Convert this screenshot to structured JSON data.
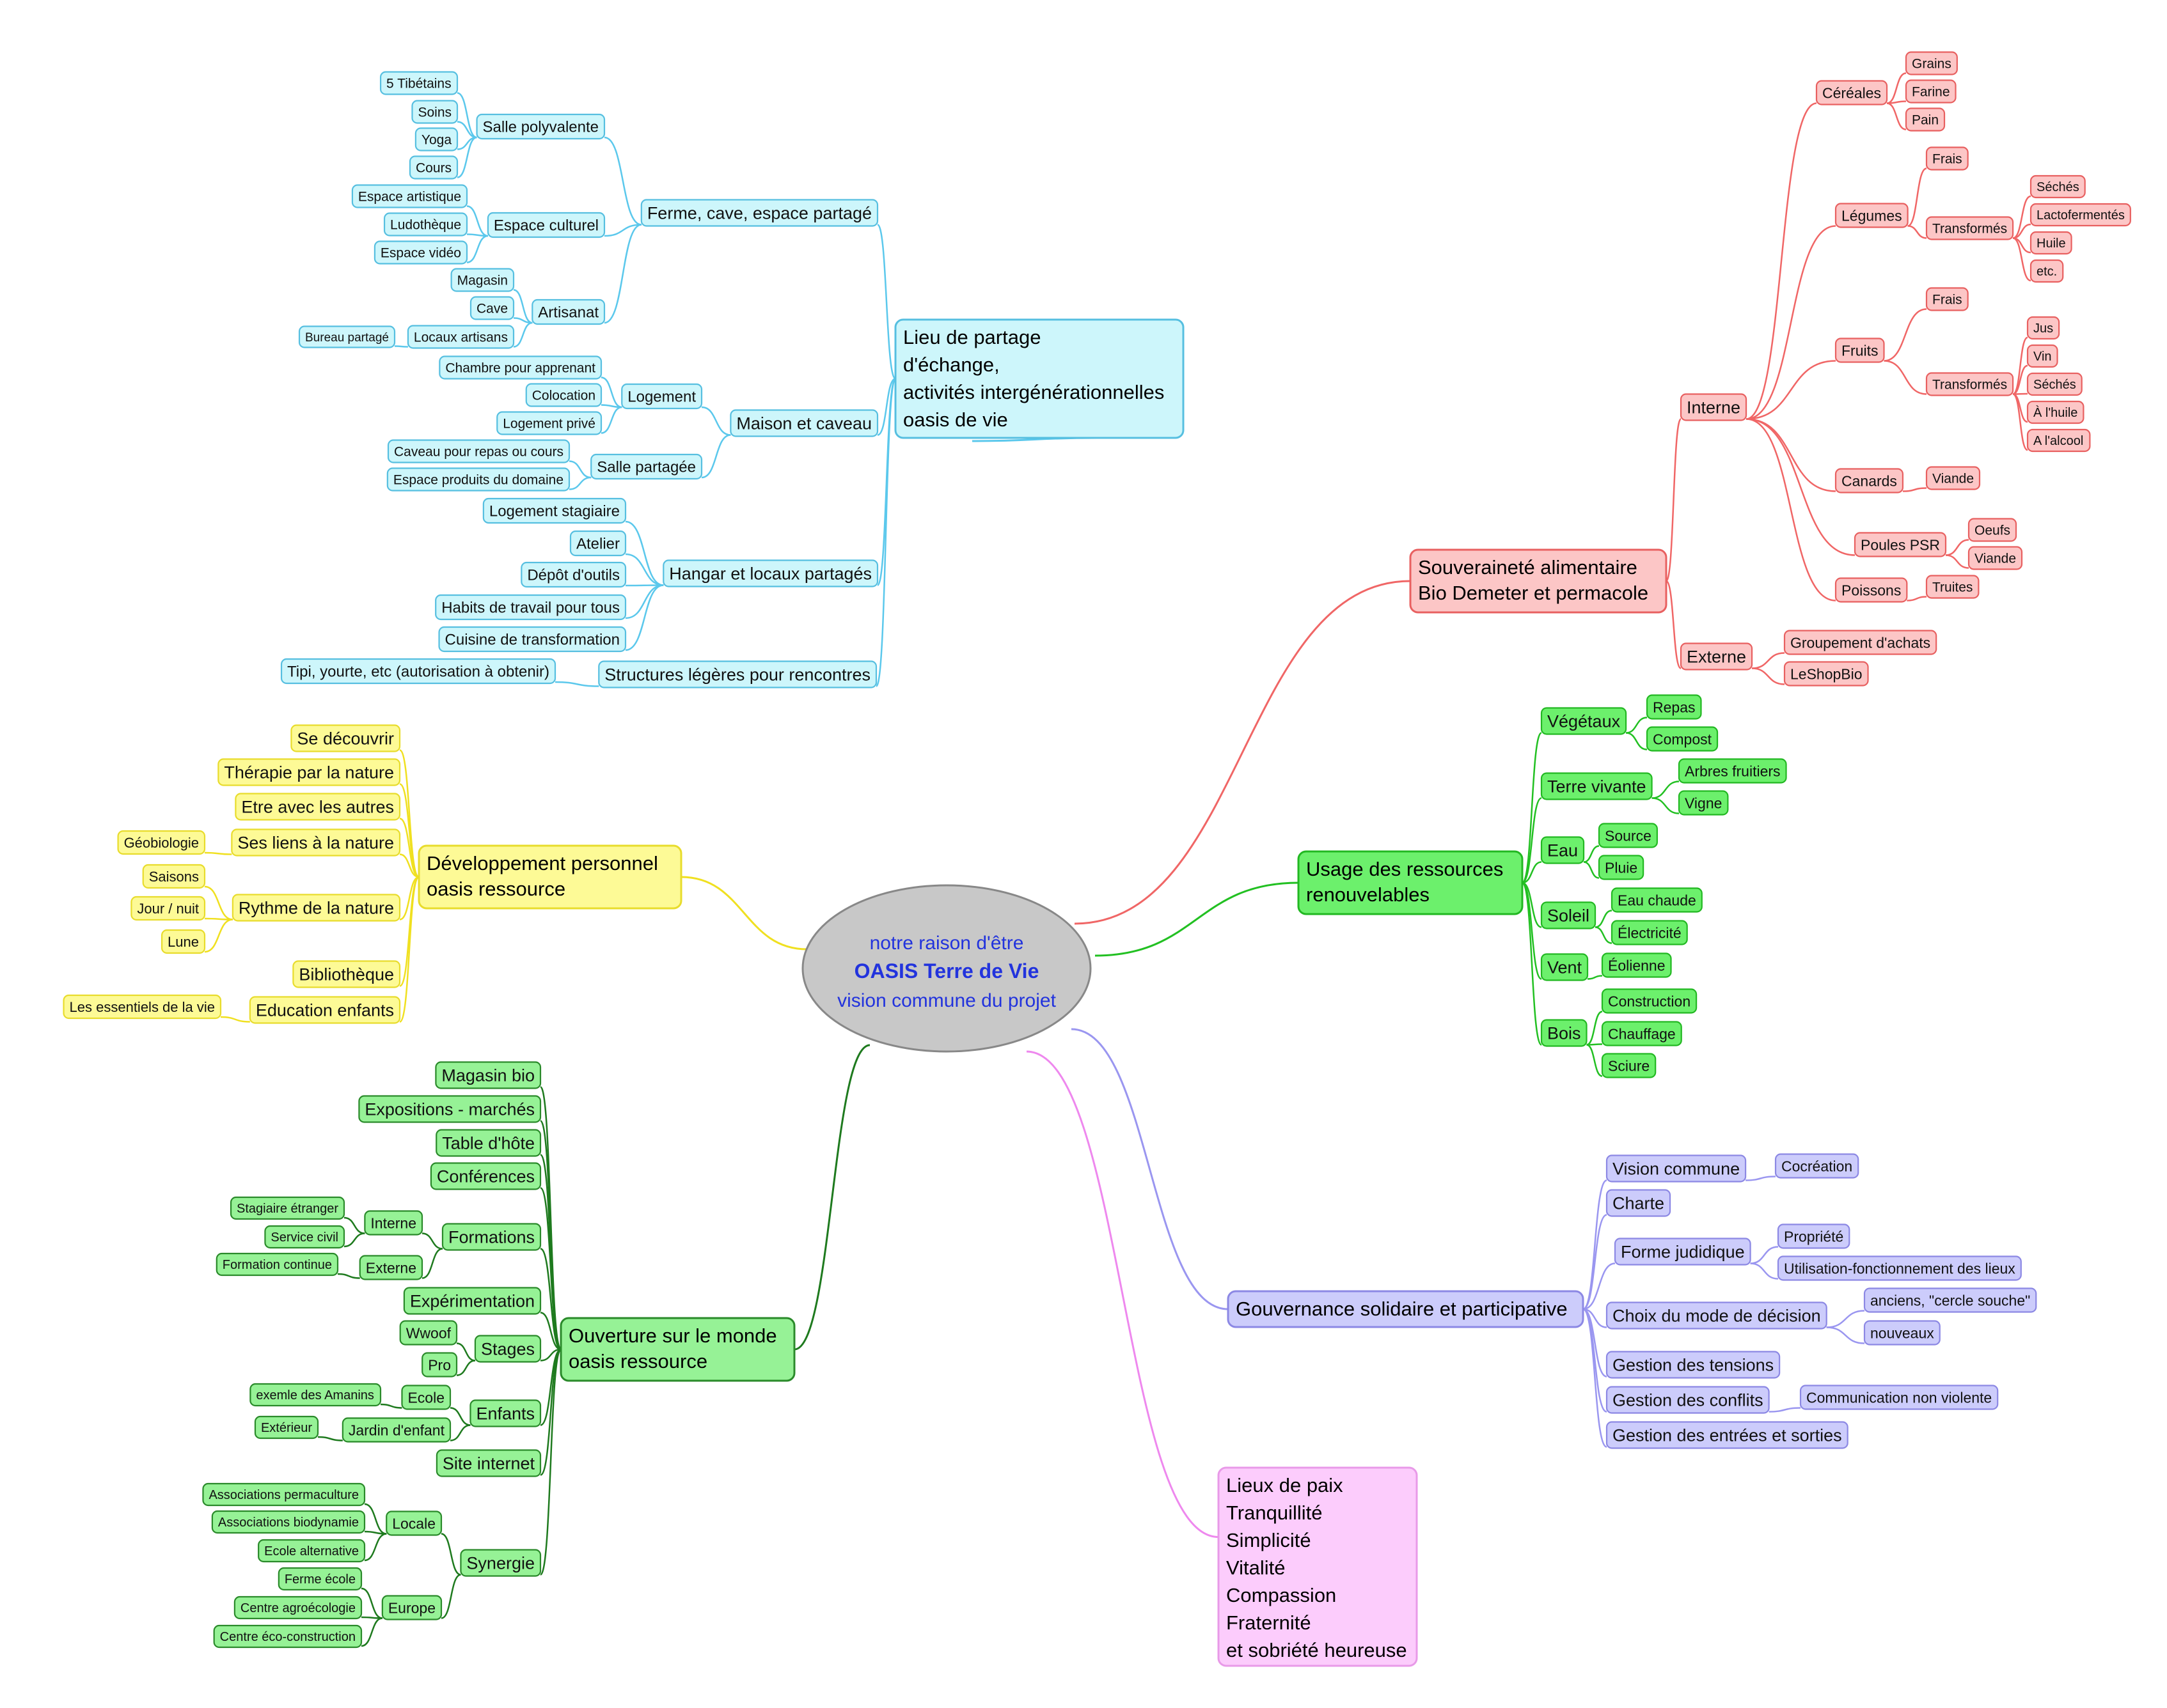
{
  "center": {
    "lines": [
      "notre raison d'être",
      "OASIS Terre de Vie",
      "vision commune du projet"
    ],
    "color": "#c8c8c8",
    "text_color": "#2233dd"
  },
  "branches": [
    {
      "key": "lieu",
      "color": "#5bc8ec",
      "fill": "#cdf6fb",
      "stroke": "#56bfe0",
      "root": {
        "lines": [
          "Lieu de partage",
          "d'échange,",
          "activités intergénérationnelles",
          "oasis de vie"
        ],
        "children": [
          {
            "label": "Ferme, cave, espace partagé",
            "children": [
              {
                "label": "Salle polyvalente",
                "children": [
                  {
                    "label": "5 Tibétains"
                  },
                  {
                    "label": "Soins"
                  },
                  {
                    "label": "Yoga"
                  },
                  {
                    "label": "Cours"
                  }
                ]
              },
              {
                "label": "Espace culturel",
                "children": [
                  {
                    "label": "Espace artistique"
                  },
                  {
                    "label": "Ludothèque"
                  },
                  {
                    "label": "Espace vidéo"
                  }
                ]
              },
              {
                "label": "Artisanat",
                "children": [
                  {
                    "label": "Magasin"
                  },
                  {
                    "label": "Cave"
                  },
                  {
                    "label": "Locaux artisans",
                    "children": [
                      {
                        "label": "Bureau partagé"
                      }
                    ]
                  }
                ]
              }
            ]
          },
          {
            "label": "Maison et caveau",
            "children": [
              {
                "label": "Logement",
                "children": [
                  {
                    "label": "Chambre pour apprenant"
                  },
                  {
                    "label": "Colocation"
                  },
                  {
                    "label": "Logement privé"
                  }
                ]
              },
              {
                "label": "Salle partagée",
                "children": [
                  {
                    "label": "Caveau pour repas ou cours"
                  },
                  {
                    "label": "Espace produits du domaine"
                  }
                ]
              }
            ]
          },
          {
            "label": "Hangar et locaux partagés",
            "children": [
              {
                "label": "Logement stagiaire"
              },
              {
                "label": "Atelier"
              },
              {
                "label": "Dépôt d'outils"
              },
              {
                "label": "Habits de travail pour tous"
              },
              {
                "label": "Cuisine de transformation"
              }
            ]
          },
          {
            "label": "Structures légères pour rencontres",
            "children": [
              {
                "label": "Tipi, yourte, etc (autorisation à obtenir)"
              }
            ]
          }
        ]
      }
    },
    {
      "key": "dev",
      "color": "#f0e020",
      "fill": "#fdfa96",
      "stroke": "#e8dc2c",
      "root": {
        "lines": [
          "Développement personnel",
          "oasis ressource"
        ],
        "children": [
          {
            "label": "Se découvrir"
          },
          {
            "label": "Thérapie par la nature"
          },
          {
            "label": "Etre avec les autres"
          },
          {
            "label": "Ses liens à la nature",
            "children": [
              {
                "label": "Géobiologie"
              }
            ]
          },
          {
            "label": "Rythme de la nature",
            "children": [
              {
                "label": "Saisons"
              },
              {
                "label": "Jour / nuit"
              },
              {
                "label": "Lune"
              }
            ]
          },
          {
            "label": "Bibliothèque"
          },
          {
            "label": "Education enfants",
            "children": [
              {
                "label": "Les essentiels de la vie"
              }
            ]
          }
        ]
      }
    },
    {
      "key": "ouv",
      "color": "#1e7a1e",
      "fill": "#96f296",
      "stroke": "#2a8a2a",
      "root": {
        "lines": [
          "Ouverture sur le monde",
          "oasis ressource"
        ],
        "children": [
          {
            "label": "Magasin bio"
          },
          {
            "label": "Expositions - marchés"
          },
          {
            "label": "Table d'hôte"
          },
          {
            "label": "Conférences"
          },
          {
            "label": "Formations",
            "children": [
              {
                "label": "Interne",
                "children": [
                  {
                    "label": "Stagiaire étranger"
                  },
                  {
                    "label": "Service civil"
                  }
                ]
              },
              {
                "label": "Externe",
                "children": [
                  {
                    "label": "Formation continue"
                  }
                ]
              }
            ]
          },
          {
            "label": "Expérimentation"
          },
          {
            "label": "Stages",
            "children": [
              {
                "label": "Wwoof"
              },
              {
                "label": "Pro"
              }
            ]
          },
          {
            "label": "Enfants",
            "children": [
              {
                "label": "Ecole",
                "children": [
                  {
                    "label": "exemle des Amanins"
                  }
                ]
              },
              {
                "label": "Jardin d'enfant",
                "children": [
                  {
                    "label": "Extérieur"
                  }
                ]
              }
            ]
          },
          {
            "label": "Site internet"
          },
          {
            "label": "Synergie",
            "children": [
              {
                "label": "Locale",
                "children": [
                  {
                    "label": "Associations permaculture"
                  },
                  {
                    "label": "Associations biodynamie"
                  },
                  {
                    "label": "Ecole alternative"
                  }
                ]
              },
              {
                "label": "Europe",
                "children": [
                  {
                    "label": "Ferme école"
                  },
                  {
                    "label": "Centre agroécologie"
                  },
                  {
                    "label": "Centre éco-construction"
                  }
                ]
              }
            ]
          }
        ]
      }
    },
    {
      "key": "souv",
      "color": "#f06666",
      "fill": "#fcc6c6",
      "stroke": "#e86060",
      "root": {
        "lines": [
          "Souveraineté alimentaire",
          "Bio Demeter et permacole"
        ],
        "children": [
          {
            "label": "Interne",
            "children": [
              {
                "label": "Céréales",
                "children": [
                  {
                    "label": "Grains"
                  },
                  {
                    "label": "Farine"
                  },
                  {
                    "label": "Pain"
                  }
                ]
              },
              {
                "label": "Légumes",
                "children": [
                  {
                    "label": "Frais"
                  },
                  {
                    "label": "Transformés",
                    "children": [
                      {
                        "label": "Séchés"
                      },
                      {
                        "label": "Lactofermentés"
                      },
                      {
                        "label": "Huile"
                      },
                      {
                        "label": "etc."
                      }
                    ]
                  }
                ]
              },
              {
                "label": "Fruits",
                "children": [
                  {
                    "label": "Frais"
                  },
                  {
                    "label": "Transformés",
                    "children": [
                      {
                        "label": "Jus"
                      },
                      {
                        "label": "Vin"
                      },
                      {
                        "label": "Séchés"
                      },
                      {
                        "label": "À l'huile"
                      },
                      {
                        "label": "A l'alcool"
                      }
                    ]
                  }
                ]
              },
              {
                "label": "Canards",
                "children": [
                  {
                    "label": "Viande"
                  }
                ]
              },
              {
                "label": "Poules PSR",
                "children": [
                  {
                    "label": "Oeufs"
                  },
                  {
                    "label": "Viande"
                  }
                ]
              },
              {
                "label": "Poissons",
                "children": [
                  {
                    "label": "Truites"
                  }
                ]
              }
            ]
          },
          {
            "label": "Externe",
            "children": [
              {
                "label": "Groupement d'achats"
              },
              {
                "label": "LeShopBio"
              }
            ]
          }
        ]
      }
    },
    {
      "key": "usage",
      "color": "#22c022",
      "fill": "#6cf06c",
      "stroke": "#22b822",
      "root": {
        "lines": [
          "Usage des ressources",
          "renouvelables"
        ],
        "children": [
          {
            "label": "Végétaux",
            "children": [
              {
                "label": "Repas"
              },
              {
                "label": "Compost"
              }
            ]
          },
          {
            "label": "Terre vivante",
            "children": [
              {
                "label": "Arbres fruitiers"
              },
              {
                "label": "Vigne"
              }
            ]
          },
          {
            "label": "Eau",
            "children": [
              {
                "label": "Source"
              },
              {
                "label": "Pluie"
              }
            ]
          },
          {
            "label": "Soleil",
            "children": [
              {
                "label": "Eau chaude"
              },
              {
                "label": "Électricité"
              }
            ]
          },
          {
            "label": "Vent",
            "children": [
              {
                "label": "Éolienne"
              }
            ]
          },
          {
            "label": "Bois",
            "children": [
              {
                "label": "Construction"
              },
              {
                "label": "Chauffage"
              },
              {
                "label": "Sciure"
              }
            ]
          }
        ]
      }
    },
    {
      "key": "gouv",
      "color": "#9a96f0",
      "fill": "#ccccfb",
      "stroke": "#8c88e4",
      "root": {
        "lines": [
          "Gouvernance solidaire et participative"
        ],
        "children": [
          {
            "label": "Vision commune",
            "children": [
              {
                "label": "Cocréation"
              }
            ]
          },
          {
            "label": "Charte"
          },
          {
            "label": "Forme judidique",
            "children": [
              {
                "label": "Propriété"
              },
              {
                "label": "Utilisation-fonctionnement des lieux"
              }
            ]
          },
          {
            "label": "Choix du mode de décision",
            "children": [
              {
                "label": "anciens, \"cercle souche\""
              },
              {
                "label": "nouveaux"
              }
            ]
          },
          {
            "label": "Gestion des tensions"
          },
          {
            "label": "Gestion des conflits",
            "children": [
              {
                "label": "Communication non violente"
              }
            ]
          },
          {
            "label": "Gestion des entrées et sorties"
          }
        ]
      }
    },
    {
      "key": "paix",
      "color": "#ee88ee",
      "fill": "#fcccfc",
      "stroke": "#e89ae8",
      "root": {
        "lines": [
          "Lieux de paix",
          "Tranquillité",
          "Simplicité",
          "Vitalité",
          "Compassion",
          "Fraternité",
          "et sobriété heureuse"
        ],
        "children": []
      }
    }
  ]
}
